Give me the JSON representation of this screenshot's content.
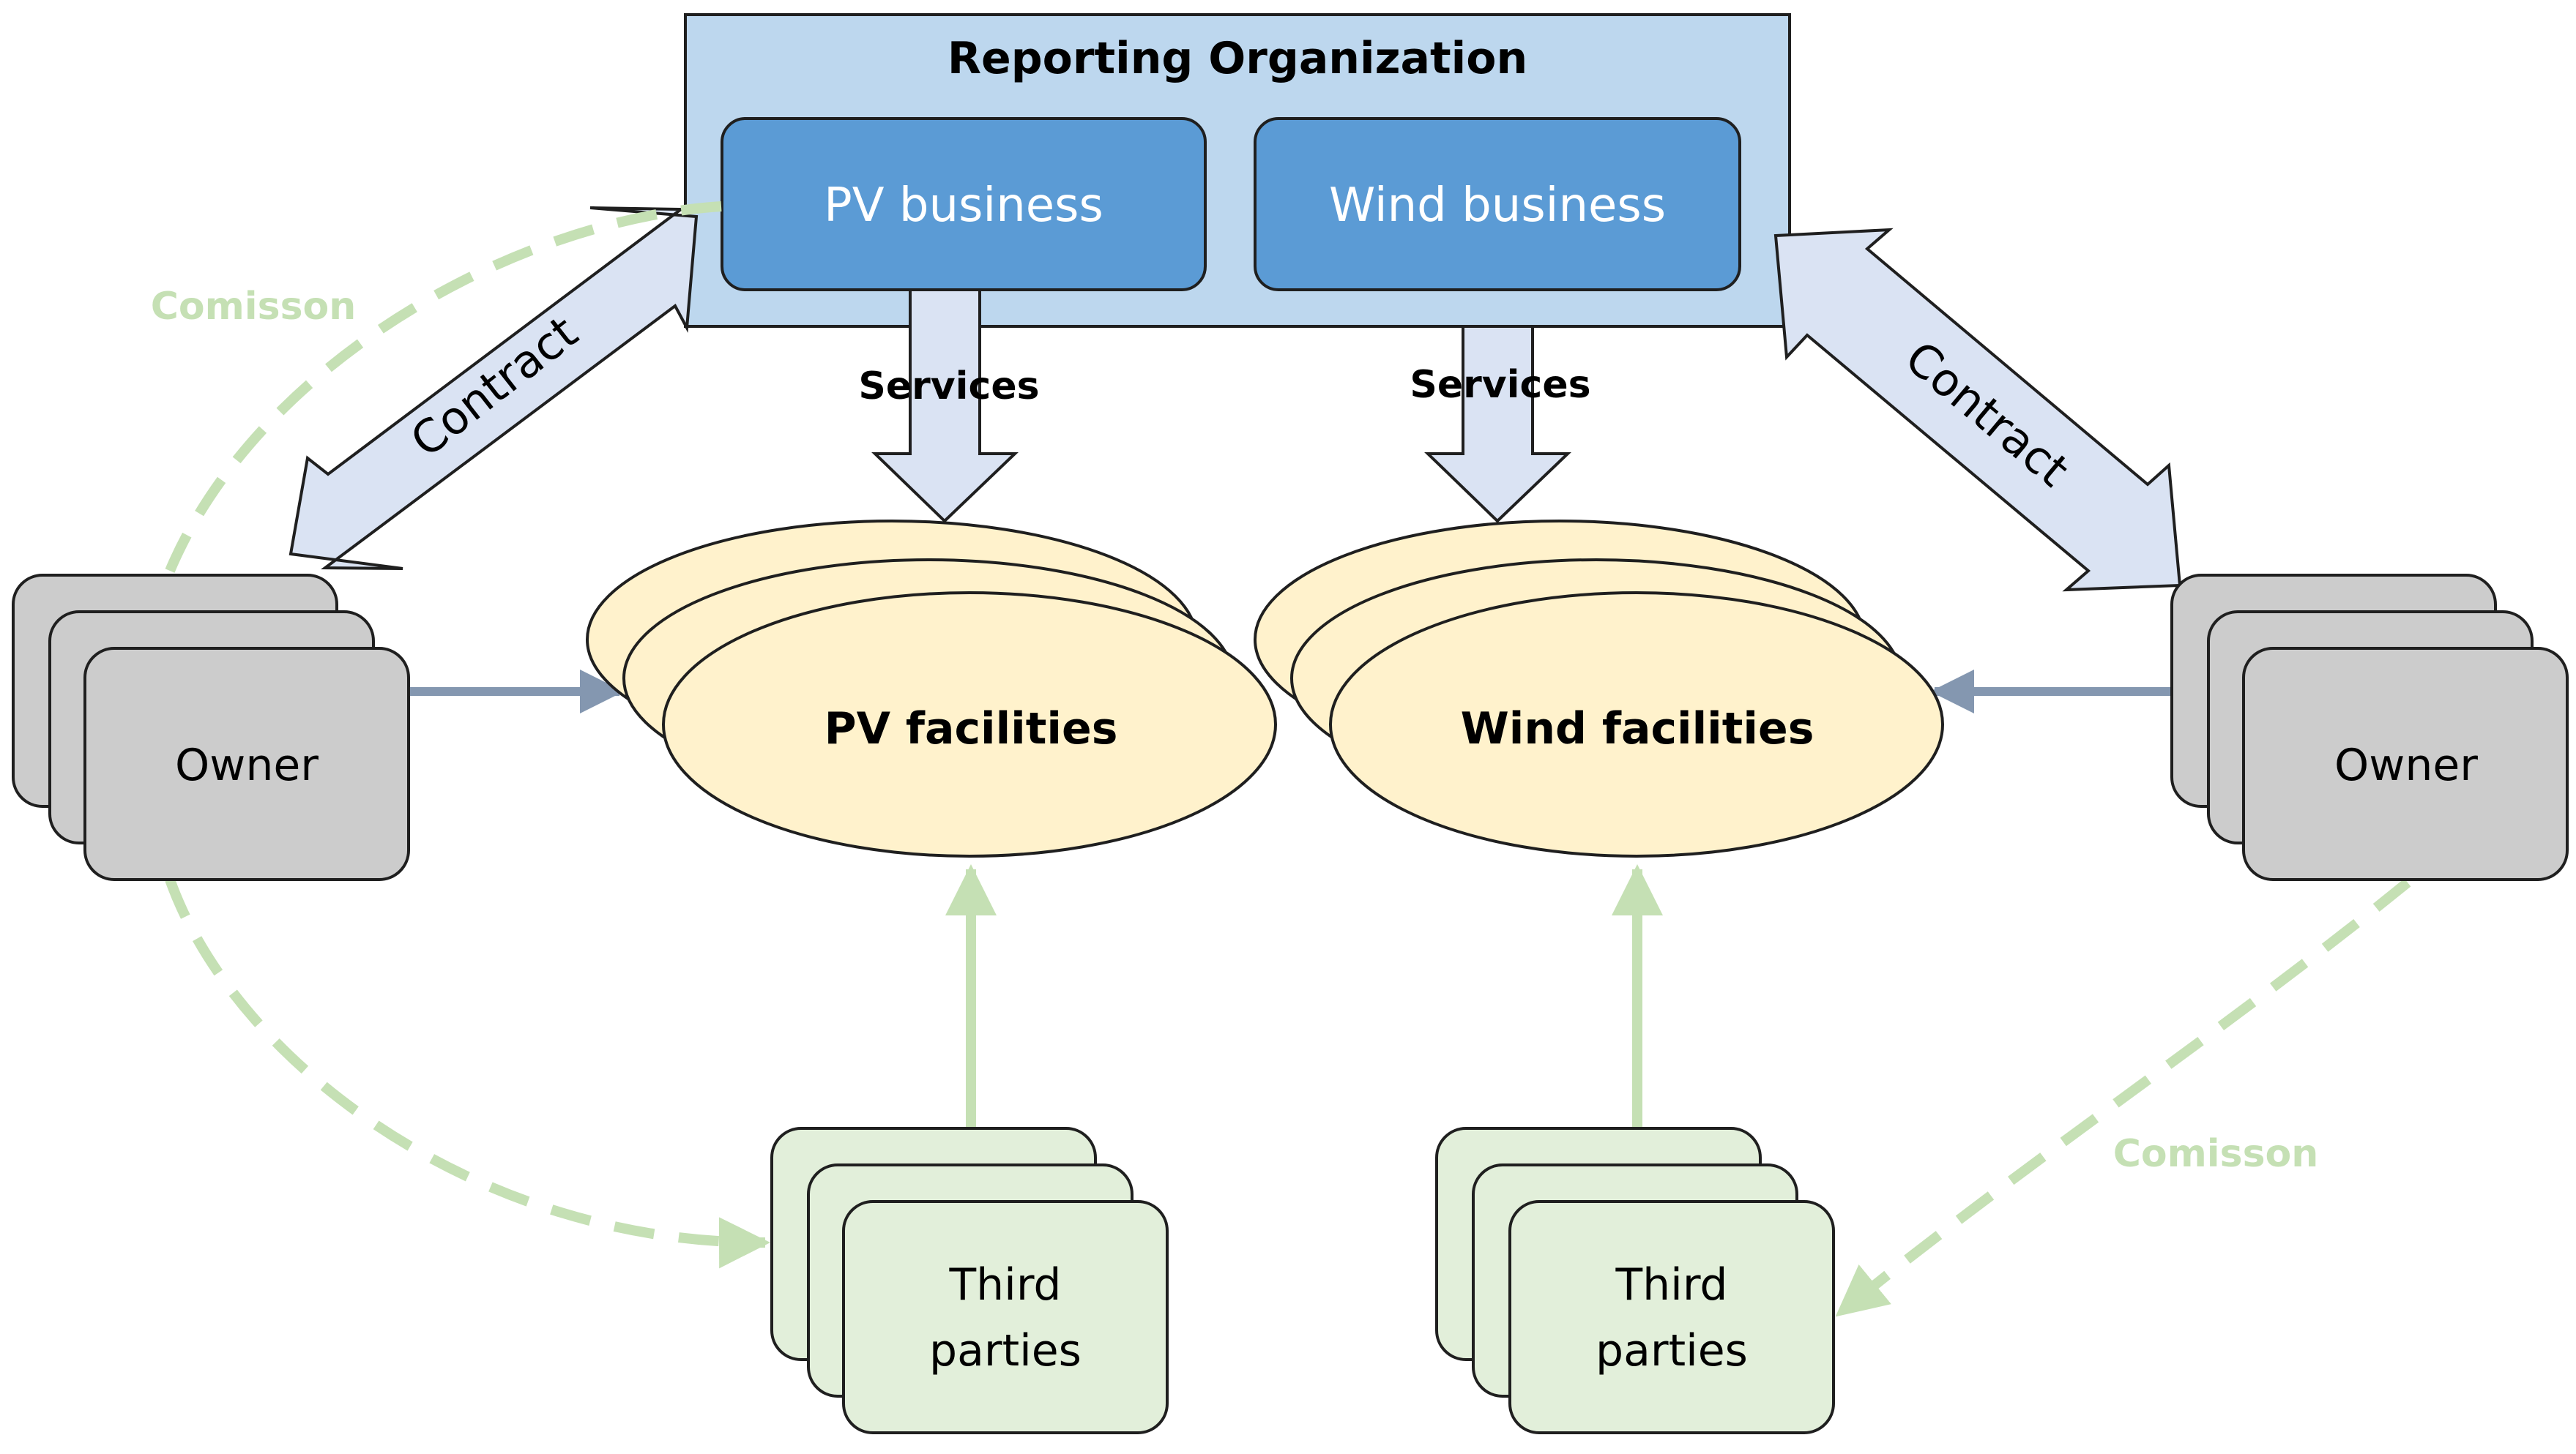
{
  "reporting_org": {
    "title": "Reporting Organization"
  },
  "businesses": {
    "pv": "PV business",
    "wind": "Wind business"
  },
  "facilities": {
    "pv": "PV facilities",
    "wind": "Wind facilities"
  },
  "owners": {
    "left": "Owner",
    "right": "Owner"
  },
  "third_parties": {
    "left_line1": "Third",
    "left_line2": "parties",
    "right_line1": "Third",
    "right_line2": "parties"
  },
  "relations": {
    "services_pv": "Services",
    "services_wind": "Services",
    "contract_left": "Contract",
    "contract_right": "Contract",
    "commission_left": "Comisson",
    "commission_right": "Comisson"
  },
  "colors": {
    "org_fill": "#bdd7ee",
    "business_fill": "#5b9bd5",
    "facility_fill": "#fff2cc",
    "owner_fill": "#cccccc",
    "third_party_fill": "#e2efda",
    "arrow_fill": "#dae3f3",
    "commission_green": "#c5e0b4",
    "owner_arrow": "#8497b0"
  }
}
